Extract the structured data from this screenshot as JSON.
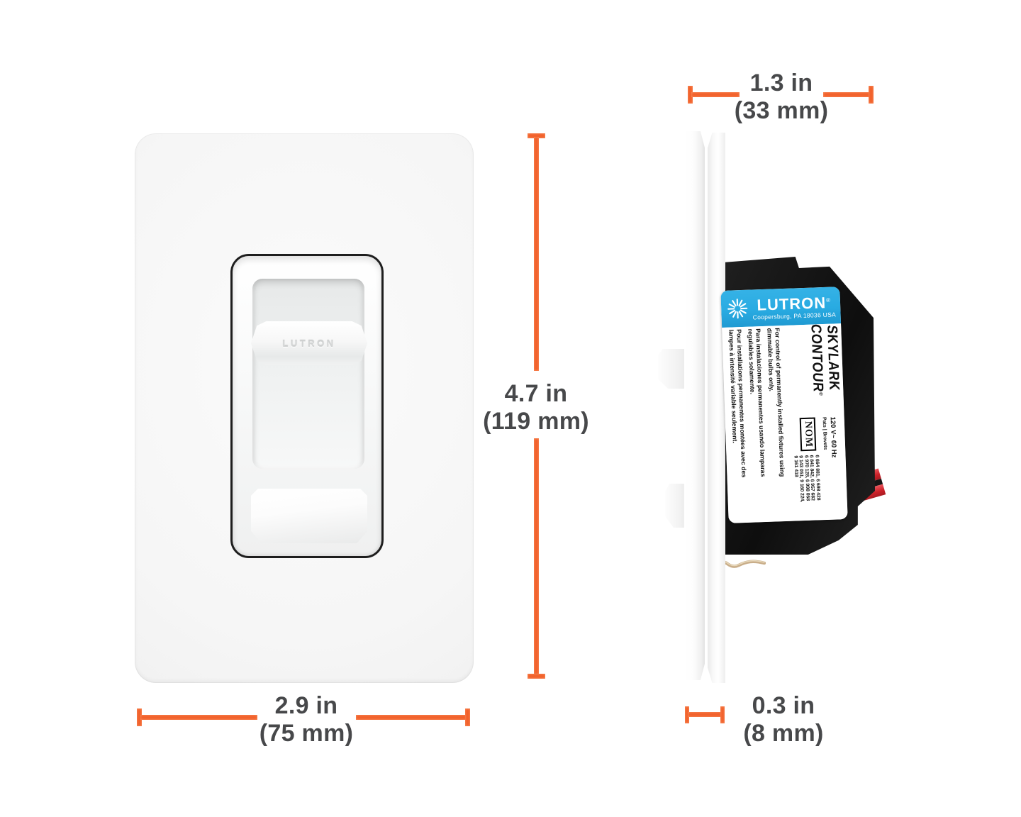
{
  "dims": {
    "height": {
      "value": "4.7 in",
      "metric": "(119 mm)"
    },
    "width": {
      "value": "2.9 in",
      "metric": "(75 mm)"
    },
    "depth": {
      "value": "1.3 in",
      "metric": "(33 mm)"
    },
    "plate": {
      "value": "0.3 in",
      "metric": "(8 mm)"
    }
  },
  "front": {
    "knob_brand": "LUTRON"
  },
  "side": {
    "label": {
      "brand": "LUTRON",
      "brand_reg": "®",
      "address": "Coopersburg, PA 18036 USA",
      "product_line1": "SKYLARK",
      "product_line2": "CONTOUR",
      "product_reg": "®",
      "rating": "120 V~ 60 Hz",
      "nom": "NOM",
      "patents_label": "Pats | Brevets",
      "patents": [
        "6 664 881, 6 698 428",
        "6 841 842, 6 957 682",
        "6 970 128, 6 998 058",
        "9 143 051, 9 160 224,",
        "9 161 418"
      ],
      "notice_en": [
        "For control of permanently installed fixtures using",
        "dimmable bulbs only."
      ],
      "notice_es": [
        "Para instalaciones permanentes usando lamparas",
        "regulables solamente."
      ],
      "notice_fr": [
        "Pour installations permanentes montées avec des",
        "lampes à intensité variable seulement."
      ]
    }
  },
  "colors": {
    "accent_orange": "#F2612B",
    "lutron_blue": "#29ABE2",
    "device_black": "#151515",
    "wire_green": "#008C4A",
    "wire_red": "#CC2129"
  }
}
